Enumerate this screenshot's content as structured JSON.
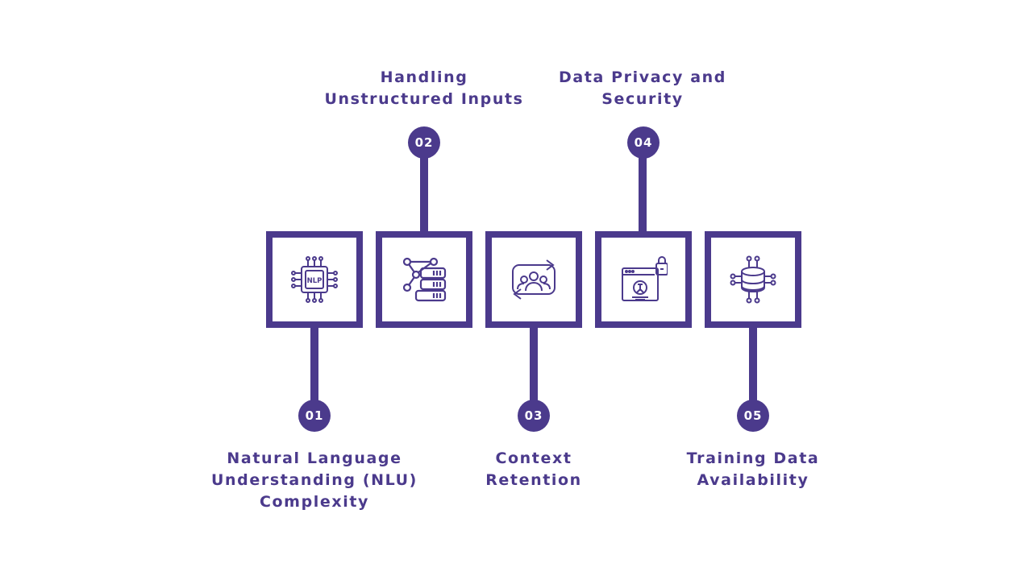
{
  "accent_color": "#4b3a8c",
  "items": [
    {
      "number": "01",
      "title": "Natural Language\nUnderstanding (NLU)\nComplexity",
      "icon": "nlp-chip-icon"
    },
    {
      "number": "02",
      "title": "Handling\nUnstructured Inputs",
      "icon": "unstructured-data-icon"
    },
    {
      "number": "03",
      "title": "Context\nRetention",
      "icon": "context-cycle-icon"
    },
    {
      "number": "04",
      "title": "Data Privacy and\nSecurity",
      "icon": "privacy-lock-icon"
    },
    {
      "number": "05",
      "title": "Training Data\nAvailability",
      "icon": "database-network-icon"
    },
    {
      "nlp_text": "NLP"
    }
  ]
}
